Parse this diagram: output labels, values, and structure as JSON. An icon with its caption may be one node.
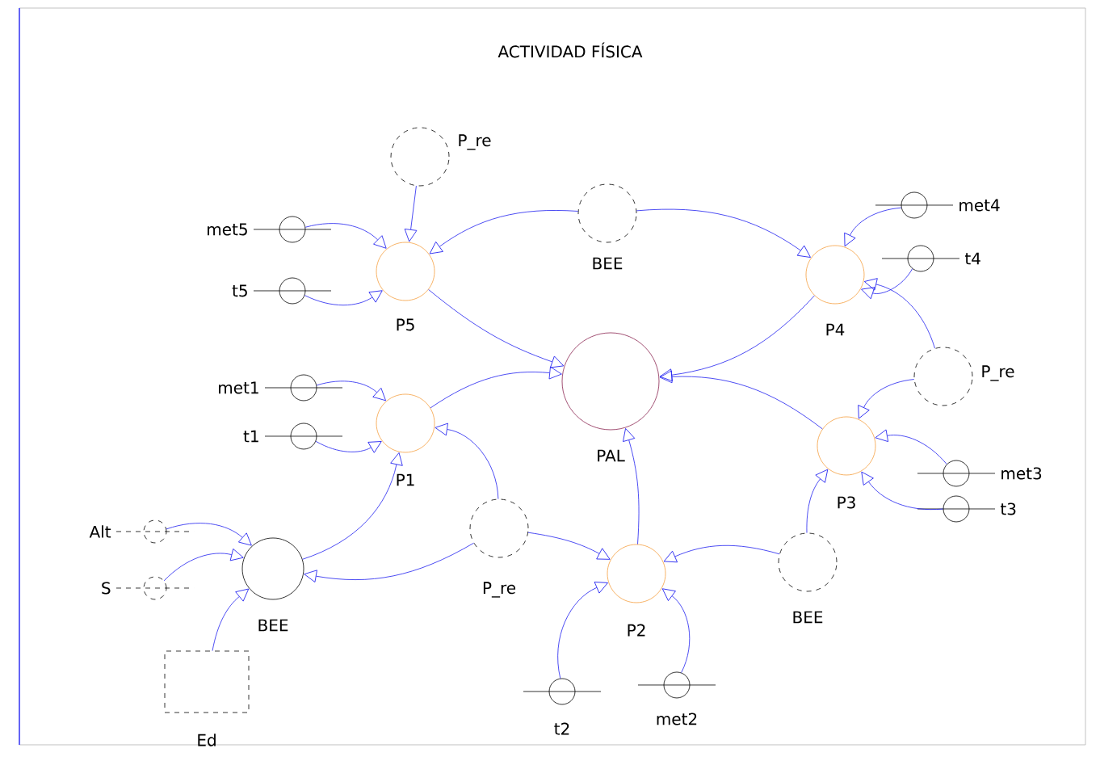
{
  "diagram": {
    "title": "ACTIVIDAD FÍSICA",
    "nodes": [
      {
        "text": [
          "PAL"
        ]
      },
      {
        "text": [
          "P5"
        ]
      },
      {
        "text": [
          "P1"
        ]
      },
      {
        "text": [
          "P2"
        ]
      },
      {
        "text": [
          "P3"
        ]
      },
      {
        "text": [
          "P4"
        ]
      },
      {
        "text": [
          "BEE"
        ]
      },
      {
        "text": [
          "P_re"
        ]
      },
      {
        "text": [
          "BEE"
        ]
      },
      {
        "text": [
          "P_re"
        ]
      },
      {
        "text": [
          "BEE"
        ]
      },
      {
        "text": [
          "P_re"
        ]
      },
      {
        "text": [
          "Ed"
        ]
      },
      {
        "text": [
          "Alt"
        ]
      },
      {
        "text": [
          "S"
        ]
      },
      {
        "text": [
          "met5"
        ]
      },
      {
        "text": [
          "t5"
        ]
      },
      {
        "text": [
          "met1"
        ]
      },
      {
        "text": [
          "t1"
        ]
      },
      {
        "text": [
          "met4"
        ]
      },
      {
        "text": [
          "t4"
        ]
      },
      {
        "text": [
          "met3"
        ]
      },
      {
        "text": [
          "t3"
        ]
      },
      {
        "text": [
          "t2"
        ]
      },
      {
        "text": [
          "met2"
        ]
      }
    ],
    "edges": [
      {
        "from": 7,
        "to": 1,
        "arrow": "to"
      },
      {
        "from": 8,
        "to": 1,
        "arrow": "to"
      },
      {
        "from": 15,
        "to": 1,
        "arrow": "to"
      },
      {
        "from": 16,
        "to": 1,
        "arrow": "to"
      },
      {
        "from": 1,
        "to": 0,
        "arrow": "to"
      },
      {
        "from": 8,
        "to": 5,
        "arrow": "to"
      },
      {
        "from": 19,
        "to": 5,
        "arrow": "to"
      },
      {
        "from": 20,
        "to": 5,
        "arrow": "to"
      },
      {
        "from": 9,
        "to": 5,
        "arrow": "to"
      },
      {
        "from": 5,
        "to": 0,
        "arrow": "to"
      },
      {
        "from": 9,
        "to": 4,
        "arrow": "to"
      },
      {
        "from": 21,
        "to": 4,
        "arrow": "to"
      },
      {
        "from": 22,
        "to": 4,
        "arrow": "to"
      },
      {
        "from": 4,
        "to": 0,
        "arrow": "to"
      },
      {
        "from": 10,
        "to": 4,
        "arrow": "to"
      },
      {
        "from": 17,
        "to": 2,
        "arrow": "to"
      },
      {
        "from": 18,
        "to": 2,
        "arrow": "to"
      },
      {
        "from": 6,
        "to": 2,
        "arrow": "to"
      },
      {
        "from": 11,
        "to": 2,
        "arrow": "to"
      },
      {
        "from": 2,
        "to": 0,
        "arrow": "to"
      },
      {
        "from": 11,
        "to": 3,
        "arrow": "to"
      },
      {
        "from": 10,
        "to": 3,
        "arrow": "to"
      },
      {
        "from": 23,
        "to": 3,
        "arrow": "to"
      },
      {
        "from": 24,
        "to": 3,
        "arrow": "to"
      },
      {
        "from": 3,
        "to": 0,
        "arrow": "to"
      },
      {
        "from": 13,
        "to": 6,
        "arrow": "to"
      },
      {
        "from": 14,
        "to": 6,
        "arrow": "to"
      },
      {
        "from": 12,
        "to": 6,
        "arrow": "to"
      },
      {
        "from": 11,
        "to": 6,
        "arrow": "to"
      }
    ]
  }
}
